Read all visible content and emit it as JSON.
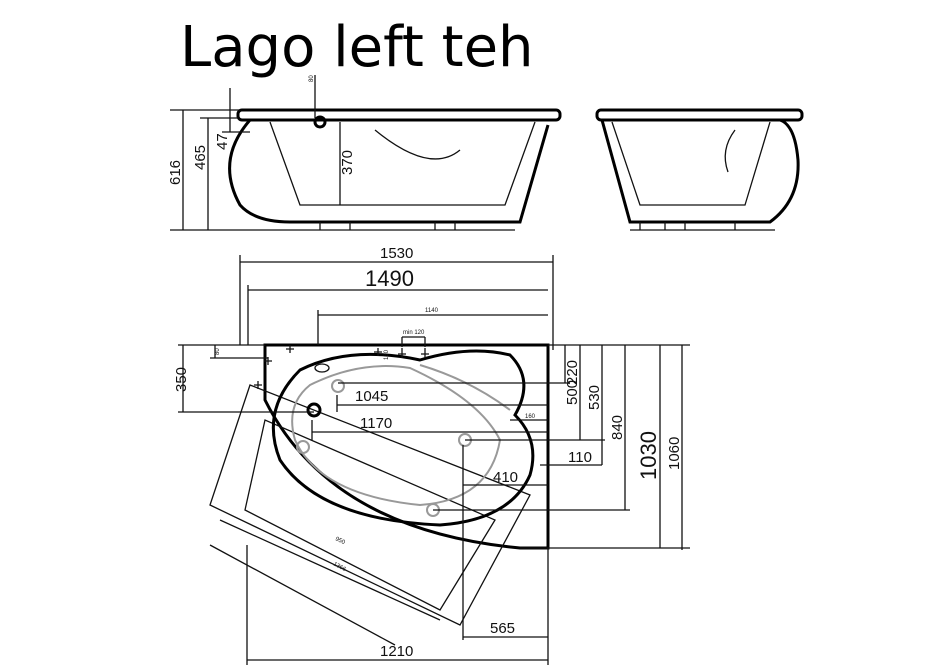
{
  "title": "Lago left teh",
  "side_view": {
    "dims": [
      "616",
      "465",
      "47",
      "370",
      "80"
    ]
  },
  "plan_view": {
    "top_dims": [
      "1530",
      "1490",
      "1140",
      "min 120"
    ],
    "right_dims": [
      "220",
      "500",
      "530",
      "840",
      "1030",
      "1060"
    ],
    "inner_dims": [
      "1045",
      "1170",
      "110",
      "410",
      "160",
      "350",
      "80",
      "130"
    ],
    "diagonal_dims": [
      "950",
      "1366"
    ],
    "bottom_dims": [
      "565",
      "1210"
    ]
  },
  "colors": {
    "line": "#111111",
    "inner": "#999999"
  }
}
